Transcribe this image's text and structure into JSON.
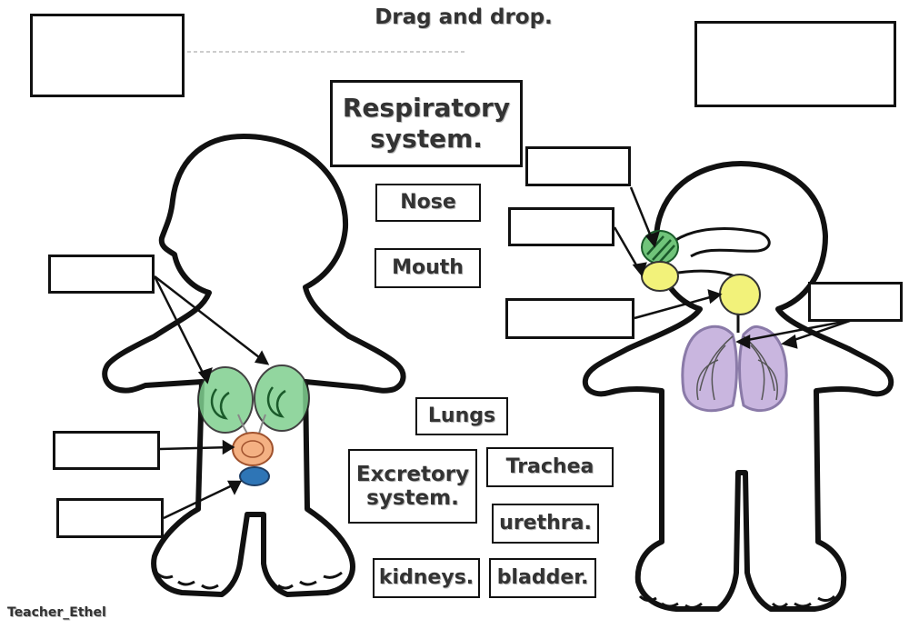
{
  "instruction": "Drag and drop.",
  "credit": "Teacher_Ethel",
  "excretory_title": "Excretory system.",
  "respiratory_title": "Respiratory system.",
  "respiratory_title_line1": "Respiratory",
  "respiratory_title_line2": "system.",
  "excretory_title_line1": "Excretory",
  "excretory_title_line2": "system.",
  "word_bank": {
    "nose": "Nose",
    "mouth": "Mouth",
    "lungs": "Lungs",
    "trachea": "Trachea",
    "urethra": "urethra.",
    "kidneys": "kidneys.",
    "bladder": "bladder."
  },
  "colors": {
    "kidney": "#7fcf8f",
    "bladder": "#f4b183",
    "urethra": "#2e75b6",
    "nose": "#70c47a",
    "mouth": "#f2f27a",
    "trachea": "#f2f27a",
    "lungs": "#c9b6df"
  }
}
